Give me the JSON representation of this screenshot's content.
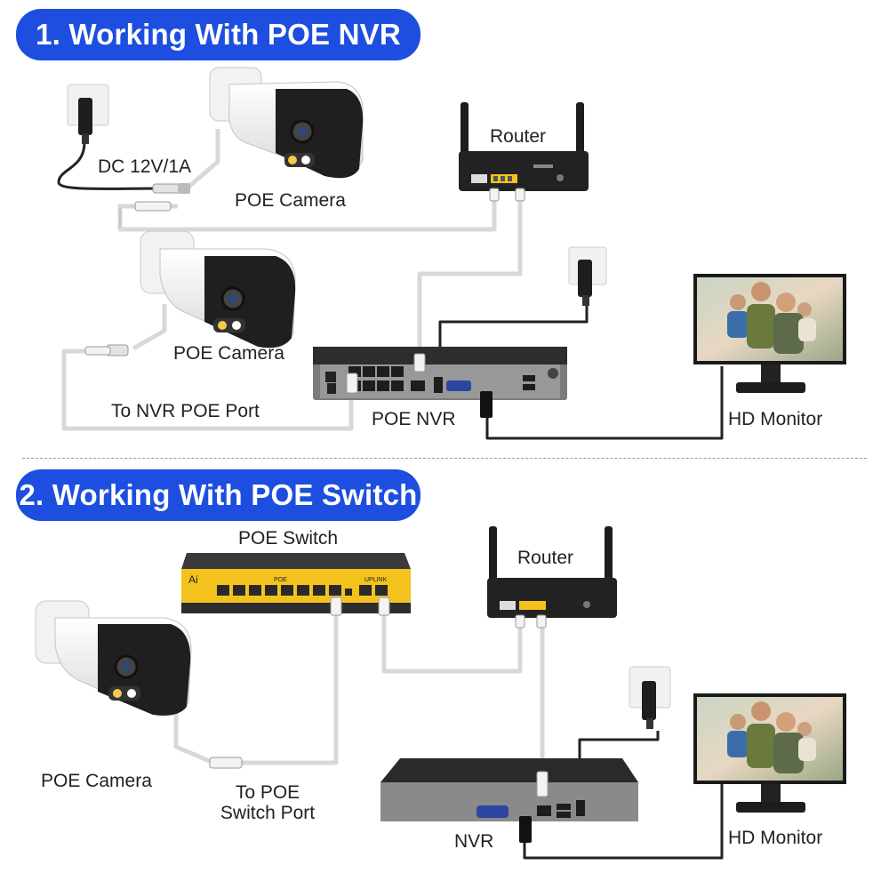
{
  "sections": [
    {
      "title": "1. Working With POE NVR",
      "labels": {
        "power": "DC 12V/1A",
        "camera_top": "POE Camera",
        "camera_mid": "POE Camera",
        "router": "Router",
        "nvr_port": "To NVR POE Port",
        "nvr": "POE NVR",
        "monitor": "HD Monitor"
      }
    },
    {
      "title": "2. Working With POE Switch",
      "labels": {
        "switch": "POE Switch",
        "router": "Router",
        "camera": "POE Camera",
        "switch_port_line1": "To POE",
        "switch_port_line2": "Switch Port",
        "nvr": "NVR",
        "monitor": "HD Monitor"
      }
    }
  ],
  "device_text": {
    "switch_brand": "Ai",
    "switch_poe": "POE",
    "switch_uplink": "UPLINK"
  },
  "colors": {
    "accent": "#1d4ee0",
    "cable_white": "#d8d8d8",
    "cable_black": "#222222",
    "switch_yellow": "#f4c21c"
  }
}
